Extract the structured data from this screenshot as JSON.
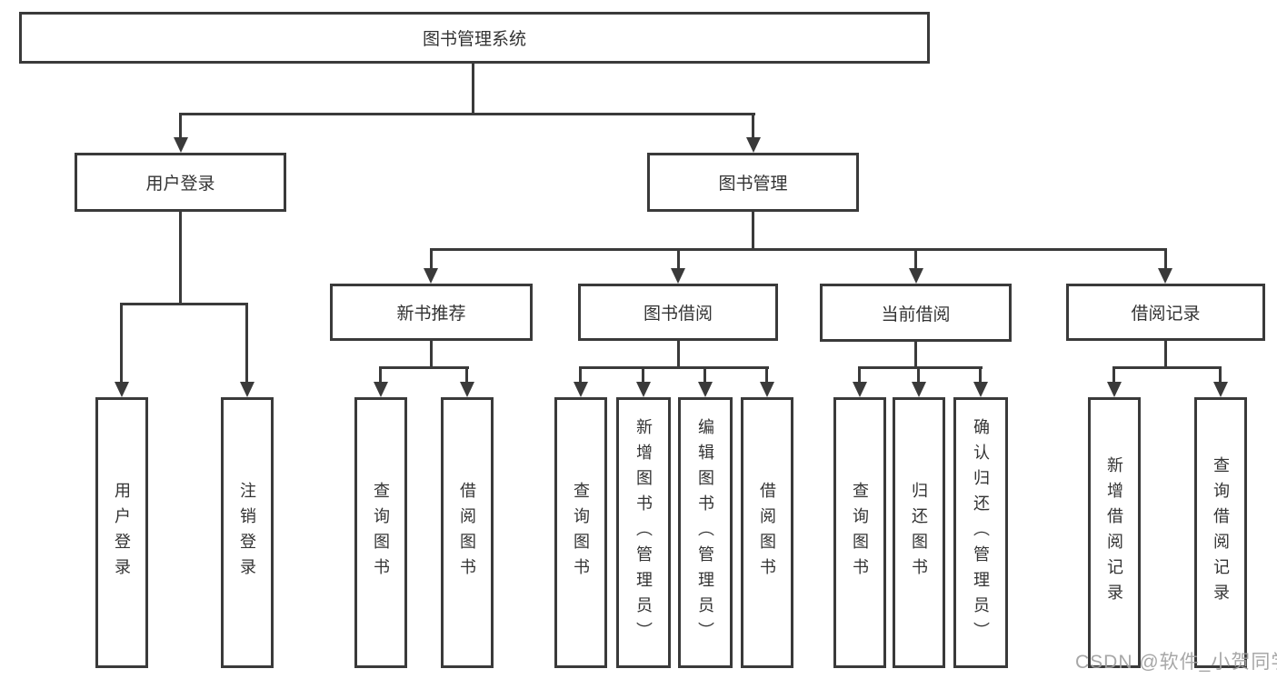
{
  "diagram": {
    "type": "tree",
    "title": "图书管理系统",
    "line_color": "#3a3a3a",
    "text_color": "#333333",
    "background": "#ffffff",
    "level2": [
      {
        "label": "用户登录"
      },
      {
        "label": "图书管理"
      }
    ],
    "level3": [
      {
        "label": "新书推荐",
        "parent": "图书管理"
      },
      {
        "label": "图书借阅",
        "parent": "图书管理"
      },
      {
        "label": "当前借阅",
        "parent": "图书管理"
      },
      {
        "label": "借阅记录",
        "parent": "图书管理"
      }
    ],
    "level4": {
      "user_login": [
        "用户登录",
        "注销登录"
      ],
      "new_book": [
        "查询图书",
        "借阅图书"
      ],
      "book_borrow": [
        "查询图书",
        "新增图书（管理员）",
        "编辑图书（管理员）",
        "借阅图书"
      ],
      "current_borrow": [
        "查询图书",
        "归还图书",
        "确认归还（管理员）"
      ],
      "borrow_record": [
        "新增借阅记录",
        "查询借阅记录"
      ]
    }
  },
  "watermark": {
    "text": "CSDN @软件_小贺同学"
  }
}
